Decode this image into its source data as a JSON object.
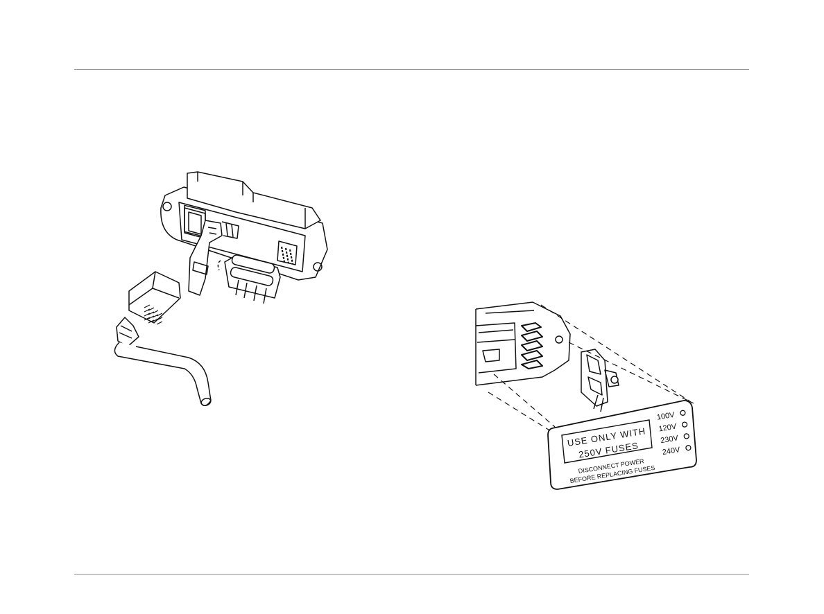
{
  "label_plate": {
    "line1": "USE ONLY WITH",
    "line2": "250V FUSES",
    "warning_line1": "DISCONNECT POWER",
    "warning_line2": "BEFORE REPLACING FUSES",
    "voltages": [
      "100V",
      "120V",
      "230V",
      "240V"
    ]
  },
  "colors": {
    "rule": "#8c8c8c",
    "ink": "#111111"
  }
}
